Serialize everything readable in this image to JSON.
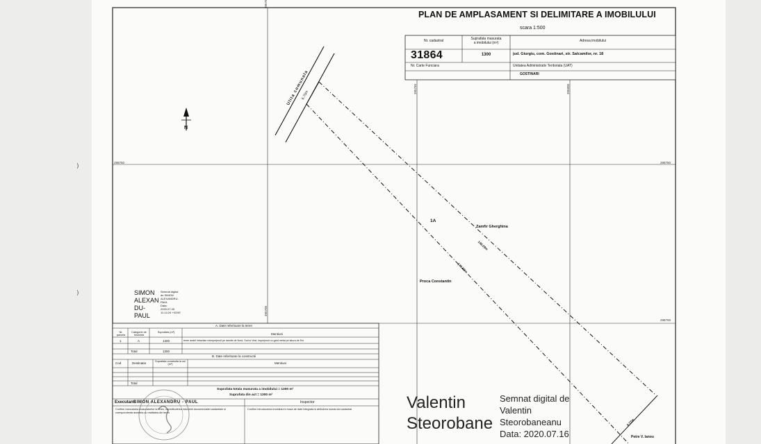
{
  "plan": {
    "title": "PLAN DE AMPLASAMENT SI DELIMITARE A IMOBILULUI",
    "scale": "scara 1:500",
    "header": {
      "nr_cadastral_label": "Nr. cadastral",
      "suprafata_label_1": "Suprafata masurata",
      "suprafata_label_2": "a imobilului (m²)",
      "adresa_label": "Adresa imobilului",
      "nr_cadastral": "31864",
      "suprafata": "1300",
      "adresa": "jud. Giurgiu, com. Gostinari, str. Salcamilor, nr. 18",
      "carte_funciara_label": "Nr. Carte Funciara",
      "uat_label": "Unitatea Administrativ Teritoriala (UAT)",
      "uat": "GOSTINARI"
    },
    "north": "N",
    "map_labels": {
      "street": "Ulita comunala",
      "street_width": "6.70m",
      "parcel": "1A",
      "neighbor_ne": "Zamfir Gherghina",
      "neighbor_sw": "Proca Constantin",
      "neighbor_se": "Petre V. Ianou",
      "len_ne": "148.29m",
      "len_sw": "148.62m",
      "width_se": "8.77m"
    },
    "grid_labels": {
      "x1": "395700",
      "x2": "395750",
      "x3": "395800",
      "y1": "298750",
      "y2": "298700"
    }
  },
  "table_a": {
    "title": "A. Date referitoare la teren",
    "headers": [
      "Nr. parcela",
      "Categorie de folosinta",
      "Suprafata (m²)",
      "Mentiuni"
    ],
    "row": [
      "1",
      "A",
      "1300",
      "teren arabil intravilan neimprejmuit pe laturile de Nord, Sud si Vest, imprejmuit cu gard metal pe latura de Est"
    ],
    "total_label": "Total",
    "total": "1300"
  },
  "table_b": {
    "title": "B. Date referitoare la constructii",
    "headers": [
      "Cod",
      "Destinatia",
      "Suprafata construita la sol (m²)",
      "Mentiuni"
    ],
    "total_label": "Total"
  },
  "totals": {
    "line1": "Suprafata totala masurata a imobilului = 1300 m²",
    "line2": "Suprafata din act = 1300 m²"
  },
  "executant": {
    "label": "Executant:",
    "name": "SIMON ALEXANDRU - PAUL",
    "inspector_label": "Inspector",
    "note_left": "Confirm executarea masuratorilor la teren, corectitudinea intocmirii documentatiei cadastrale si corespondenta acesteia cu realitatea din teren",
    "note_right": "Confirm introducerea imobilului in baza de date integrata si atribuirea numarului cadastral"
  },
  "signature_simon": {
    "name_lines": [
      "SIMON",
      "ALEXAN",
      "DU-",
      "PAUL"
    ],
    "detail_lines": [
      "Semnat digital",
      "de SIMON",
      "ALEXANDRU-",
      "PAUL",
      "Data:",
      "2020.07.05",
      "11:14:24 +03'00'"
    ]
  },
  "signature_valentin": {
    "name_lines": [
      "Valentin",
      "Steorobane"
    ],
    "detail_lines": [
      "Semnat digital de",
      "Valentin",
      "Steorobaneanu",
      "Data: 2020.07.16"
    ]
  }
}
